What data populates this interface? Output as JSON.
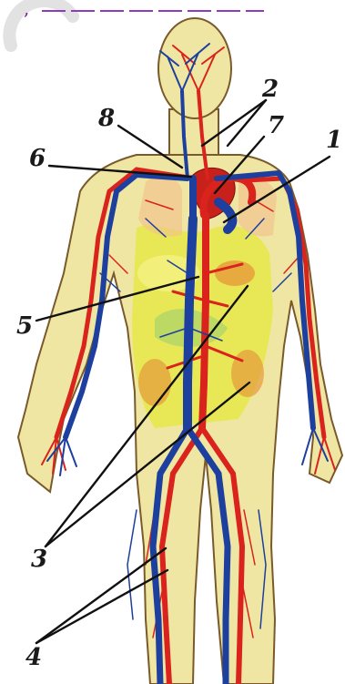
{
  "caption_fragment": ", ",
  "callouts": [
    "1",
    "2",
    "3",
    "4",
    "5",
    "6",
    "7",
    "8"
  ],
  "colors": {
    "skin": "#efe6a3",
    "outline": "#7a5a2a",
    "artery": "#d9231c",
    "vein": "#1d3f9e",
    "organ_yellow": "#e6e84a",
    "organ_orange": "#e59a3a",
    "caption": "#7a1fa8"
  },
  "icons": {
    "watermark": "circle-watermark-icon"
  }
}
